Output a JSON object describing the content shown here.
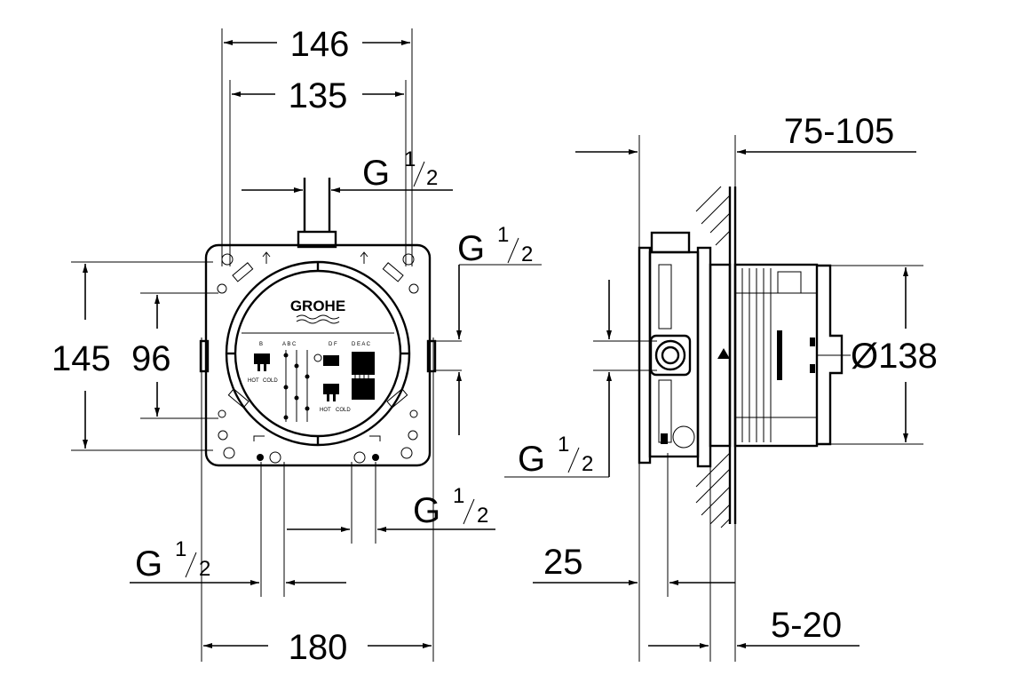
{
  "brand": "GROHE",
  "front_view": {
    "dims": {
      "w146": "146",
      "w135": "135",
      "h145": "145",
      "h96": "96",
      "w180": "180"
    },
    "thread_labels": {
      "top": {
        "main": "G",
        "num": "1",
        "den": "2"
      },
      "right": {
        "main": "G",
        "num": "1",
        "den": "2"
      },
      "bottom_left": {
        "main": "G",
        "num": "1",
        "den": "2"
      },
      "bottom_right": {
        "main": "G",
        "num": "1",
        "den": "2"
      }
    },
    "panel_labels": {
      "col_b": "B",
      "col_abc": "A B C",
      "col_df": "D F",
      "col_deac": "D E A C",
      "hot_left": "HOT",
      "cold_left": "COLD",
      "hot_right": "HOT",
      "cold_right": "COLD"
    }
  },
  "side_view": {
    "dims": {
      "depth": "75-105",
      "diameter": "Ø138",
      "d25": "25",
      "wall": "5-20"
    },
    "thread_label": {
      "main": "G",
      "num": "1",
      "den": "2"
    }
  }
}
